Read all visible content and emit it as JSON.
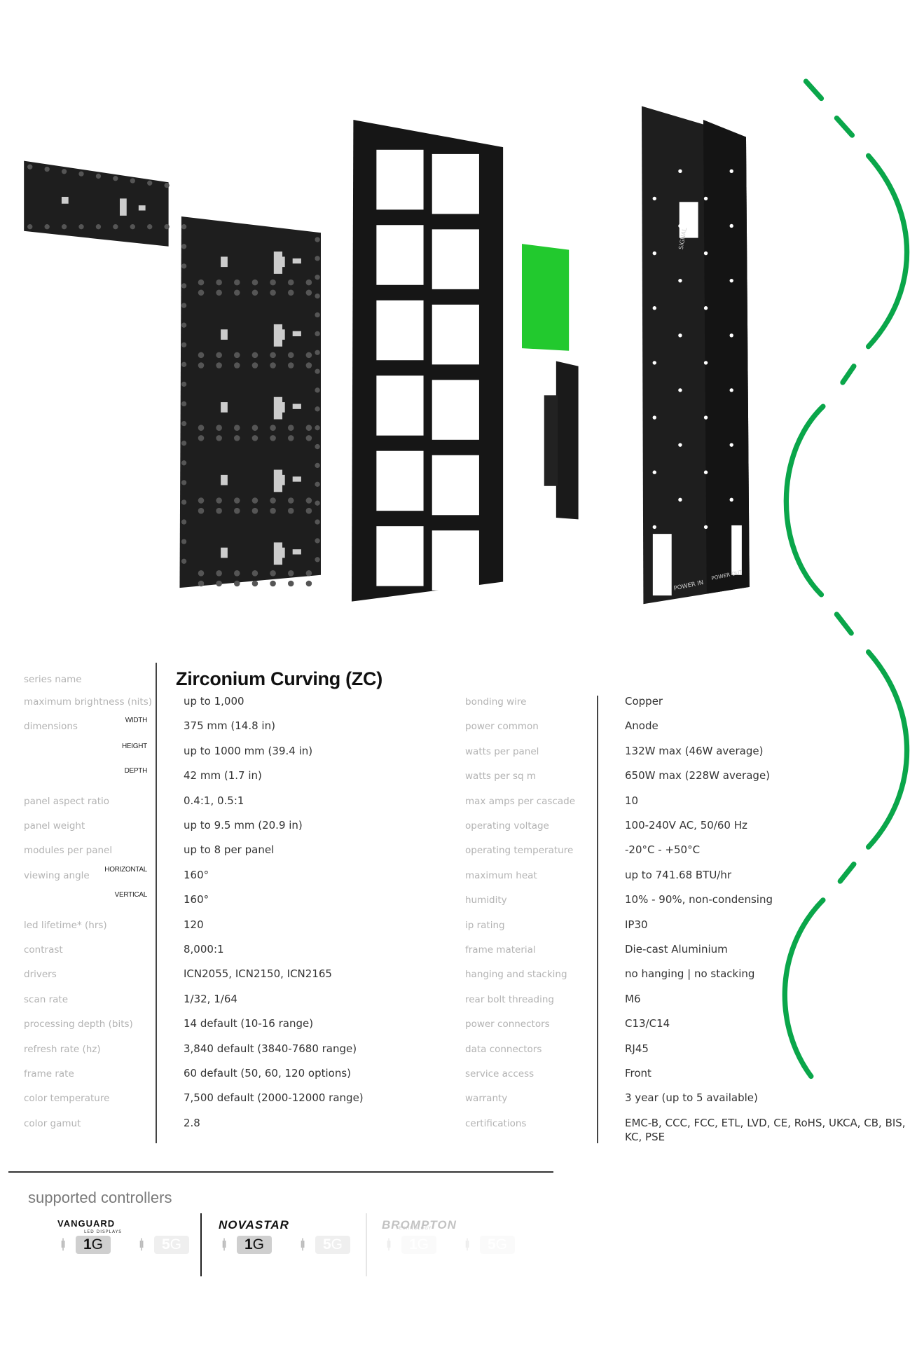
{
  "series_name_label": "series name",
  "title": "Zirconium Curving (ZC)",
  "left_specs": [
    {
      "label": "maximum brightness (nits)",
      "sub": "",
      "value": "up to 1,000"
    },
    {
      "label": "dimensions",
      "sub": "WIDTH",
      "value": "375 mm (14.8 in)"
    },
    {
      "label": "",
      "sub": "HEIGHT",
      "value": "up to 1000 mm (39.4 in)"
    },
    {
      "label": "",
      "sub": "DEPTH",
      "value": "42 mm (1.7 in)"
    },
    {
      "label": "panel aspect ratio",
      "sub": "",
      "value": "0.4:1, 0.5:1"
    },
    {
      "label": "panel weight",
      "sub": "",
      "value": "up to 9.5 mm (20.9 in)"
    },
    {
      "label": "modules per panel",
      "sub": "",
      "value": "up to 8 per panel"
    },
    {
      "label": "viewing angle",
      "sub": "HORIZONTAL",
      "value": "160°"
    },
    {
      "label": "",
      "sub": "VERTICAL",
      "value": "160°"
    },
    {
      "label": "led lifetime* (hrs)",
      "sub": "",
      "value": "120"
    },
    {
      "label": "contrast",
      "sub": "",
      "value": "8,000:1"
    },
    {
      "label": "drivers",
      "sub": "",
      "value": "ICN2055, ICN2150, ICN2165"
    },
    {
      "label": "scan rate",
      "sub": "",
      "value": "1/32, 1/64"
    },
    {
      "label": "processing depth (bits)",
      "sub": "",
      "value": "14 default (10-16 range)"
    },
    {
      "label": "refresh rate (hz)",
      "sub": "",
      "value": "3,840 default (3840-7680 range)"
    },
    {
      "label": "frame rate",
      "sub": "",
      "value": "60 default (50, 60, 120 options)"
    },
    {
      "label": "color temperature",
      "sub": "",
      "value": "7,500 default (2000-12000 range)"
    },
    {
      "label": "color gamut",
      "sub": "",
      "value": "2.8"
    }
  ],
  "right_specs": [
    {
      "label": "bonding wire",
      "value": "Copper"
    },
    {
      "label": "power common",
      "value": "Anode"
    },
    {
      "label": "watts per panel",
      "value": "132W max (46W average)"
    },
    {
      "label": "watts per sq m",
      "value": "650W max (228W average)"
    },
    {
      "label": "max amps per cascade",
      "value": "10"
    },
    {
      "label": "operating voltage",
      "value": "100-240V AC, 50/60 Hz"
    },
    {
      "label": "operating temperature",
      "value": "-20°C - +50°C"
    },
    {
      "label": "maximum heat",
      "value": "up to 741.68 BTU/hr"
    },
    {
      "label": "humidity",
      "value": "10% - 90%, non-condensing"
    },
    {
      "label": "ip rating",
      "value": "IP30"
    },
    {
      "label": "frame material",
      "value": "Die-cast Aluminium"
    },
    {
      "label": "hanging and stacking",
      "value": "no hanging | no stacking"
    },
    {
      "label": "rear bolt threading",
      "value": "M6"
    },
    {
      "label": "power connectors",
      "value": "C13/C14"
    },
    {
      "label": "data connectors",
      "value": "RJ45"
    },
    {
      "label": "service access",
      "value": "Front"
    },
    {
      "label": "warranty",
      "value": "3 year (up to 5 available)"
    },
    {
      "label": "certifications",
      "value": "EMC-B, CCC, FCC, ETL, LVD, CE, RoHS, UKCA, CB, BIS, KC, PSE"
    }
  ],
  "plate_labels": {
    "signal": "SIGNAL",
    "power_in": "POWER IN",
    "power_out": "POWER OUT"
  },
  "controllers": {
    "title": "supported controllers",
    "brands": [
      {
        "name": "VANGUARD",
        "tagline": "LED DISPLAYS",
        "badges": [
          {
            "num": "1",
            "unit": "G",
            "active": true
          },
          {
            "num": "5",
            "unit": "G",
            "active": false
          }
        ]
      },
      {
        "name": "NOVASTAR",
        "tagline": "",
        "badges": [
          {
            "num": "1",
            "unit": "G",
            "active": true
          },
          {
            "num": "5",
            "unit": "G",
            "active": false
          }
        ]
      },
      {
        "name": "BROMPTON",
        "tagline": "TECHNOLOGY",
        "badges": [
          {
            "num": "1",
            "unit": "G",
            "active": false
          },
          {
            "num": "5",
            "unit": "G",
            "active": false
          }
        ]
      }
    ]
  },
  "colors": {
    "accent_green": "#0aa64a",
    "pcb_green": "#22c92e",
    "panel_black": "#1c1c1c"
  }
}
